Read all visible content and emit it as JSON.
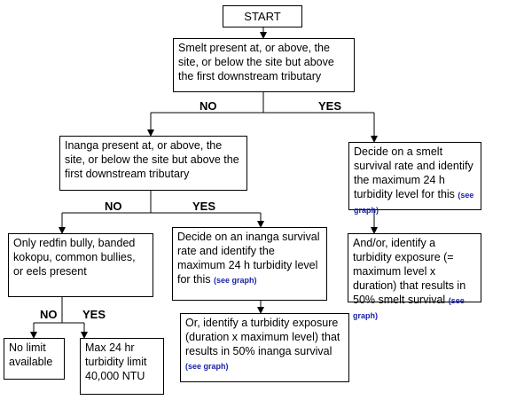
{
  "start": "START",
  "q_smelt": "Smelt present at, or above, the site, or below the site but above the first downstream tributary",
  "q_inanga": "Inanga present at, or above, the site, or below the site but above the first downstream tributary",
  "q_other": "Only redfin bully, banded kokopu, common bullies, or eels present",
  "no_limit": "No limit available",
  "max_limit": "Max 24 hr turbidity limit 40,000 NTU",
  "smelt_rate": "Decide on a smelt survival rate and identify the maximum 24 h turbidity level for this",
  "smelt_exposure": "And/or, identify a turbidity exposure (= maximum level x duration) that results in 50% smelt survival",
  "inanga_rate": "Decide on an inanga survival rate and identify the maximum 24 h turbidity level for this",
  "inanga_exposure": "Or, identify a turbidity exposure (duration x maximum level) that results in 50% inanga survival",
  "see_graph": "(see graph)",
  "labels": {
    "no": "NO",
    "yes": "YES"
  }
}
